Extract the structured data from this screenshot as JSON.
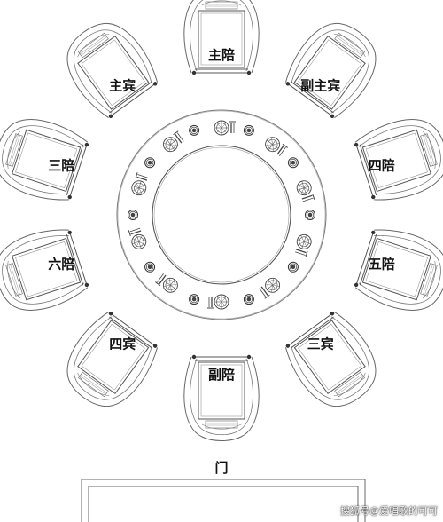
{
  "seats": [
    {
      "id": "main-host",
      "label": "主陪"
    },
    {
      "id": "deputy-main-guest",
      "label": "副主宾"
    },
    {
      "id": "fourth-host",
      "label": "四陪"
    },
    {
      "id": "fifth-host",
      "label": "五陪"
    },
    {
      "id": "third-guest",
      "label": "三宾"
    },
    {
      "id": "deputy-host",
      "label": "副陪"
    },
    {
      "id": "fourth-guest",
      "label": "四宾"
    },
    {
      "id": "sixth-host",
      "label": "六陪"
    },
    {
      "id": "third-host",
      "label": "三陪"
    },
    {
      "id": "main-guest",
      "label": "主宾"
    }
  ],
  "door": {
    "label": "门"
  },
  "watermark": "搜狐号@爱唱歌的可可",
  "colors": {
    "line": "#555555",
    "background": "#ffffff"
  }
}
